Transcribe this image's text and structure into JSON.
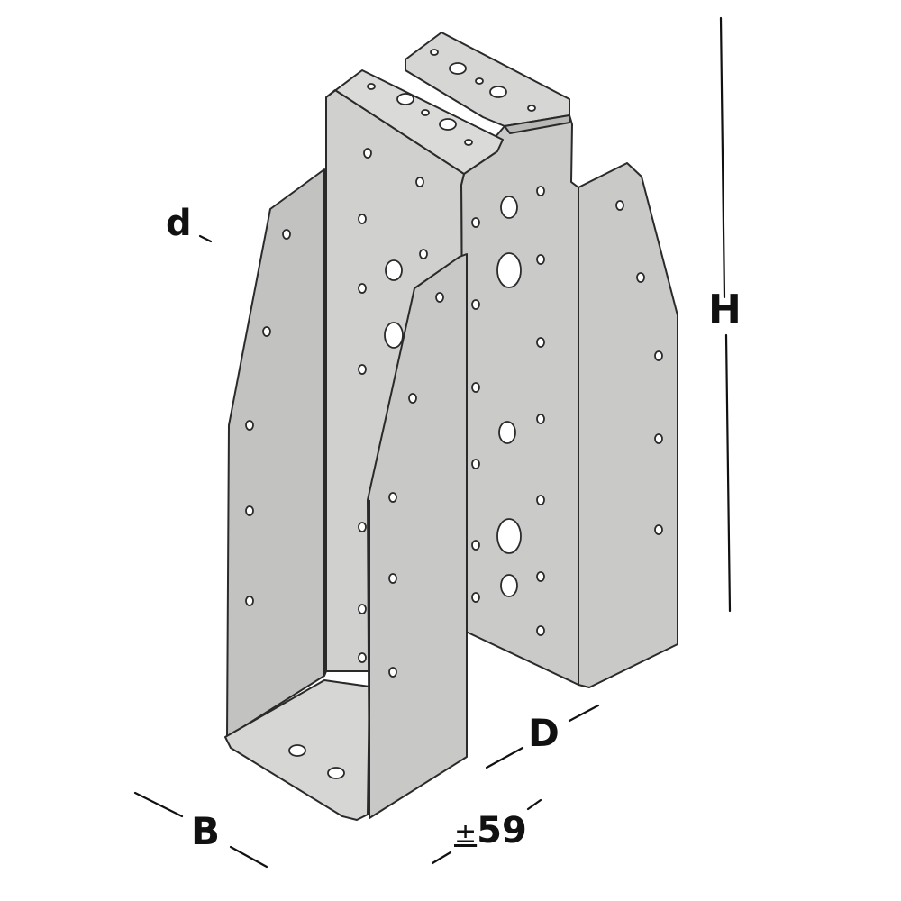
{
  "dimensions": {
    "d": "d",
    "H": "H",
    "D": "D",
    "B": "B",
    "tolerance_symbol": "±",
    "tolerance_value": "59"
  },
  "colors": {
    "metal_light": "#d4d4d2",
    "metal_mid": "#c6c6c4",
    "metal_dark": "#b9b9b7",
    "edge": "#2a2a2a",
    "hole": "#ffffff",
    "dimension_line": "#111111"
  },
  "icons": [
    "joist-hanger-bracket",
    "dimension-line"
  ]
}
